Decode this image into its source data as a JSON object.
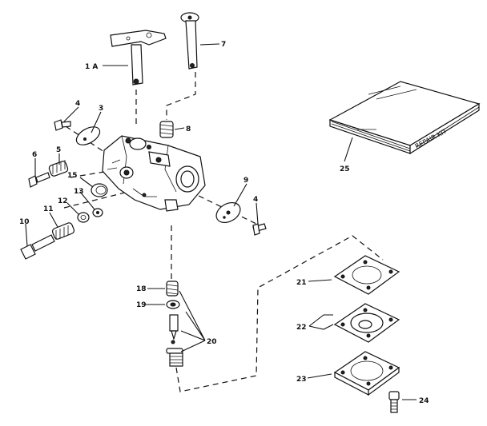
{
  "diagram": {
    "callouts": {
      "c1a": "1 A",
      "c7": "7",
      "c4a": "4",
      "c3": "3",
      "c8": "8",
      "c6": "6",
      "c5": "5",
      "c15": "15",
      "c13": "13",
      "c12": "12",
      "c11": "11",
      "c10": "10",
      "c9": "9",
      "c4b": "4",
      "c25": "25",
      "c18": "18",
      "c19": "19",
      "c20": "20",
      "c21": "21",
      "c22": "22",
      "c23": "23",
      "c24": "24"
    },
    "kit_label": "REPAIR KIT"
  }
}
